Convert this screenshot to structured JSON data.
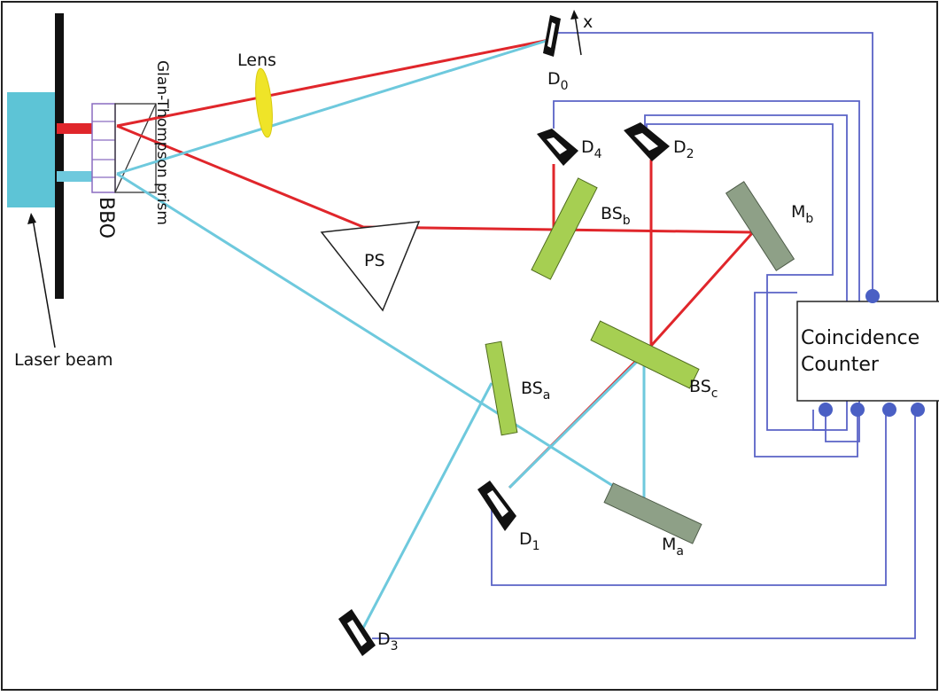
{
  "colors": {
    "red_beam": "#e0262b",
    "cyan_beam": "#6ec9dd",
    "laser_block": "#5dc4d6",
    "wire": "#5a63c6",
    "splitter": "#a6cf52",
    "mirror": "#8ea087",
    "lens": "#efe428",
    "detector": "#111111"
  },
  "labels": {
    "lens": "Lens",
    "x_axis": "x",
    "d0_main": "D",
    "d0_sub": "0",
    "d1_main": "D",
    "d1_sub": "1",
    "d2_main": "D",
    "d2_sub": "2",
    "d3_main": "D",
    "d3_sub": "3",
    "d4_main": "D",
    "d4_sub": "4",
    "bbo": "BBO",
    "prism": "Glan-Thompson prism",
    "laser": "Laser beam",
    "ps": "PS",
    "bsa_main": "BS",
    "bsa_sub": "a",
    "bsb_main": "BS",
    "bsb_sub": "b",
    "bsc_main": "BS",
    "bsc_sub": "c",
    "ma_main": "M",
    "ma_sub": "a",
    "mb_main": "M",
    "mb_sub": "b",
    "counter_line1": "Coincidence",
    "counter_line2": "Counter"
  }
}
